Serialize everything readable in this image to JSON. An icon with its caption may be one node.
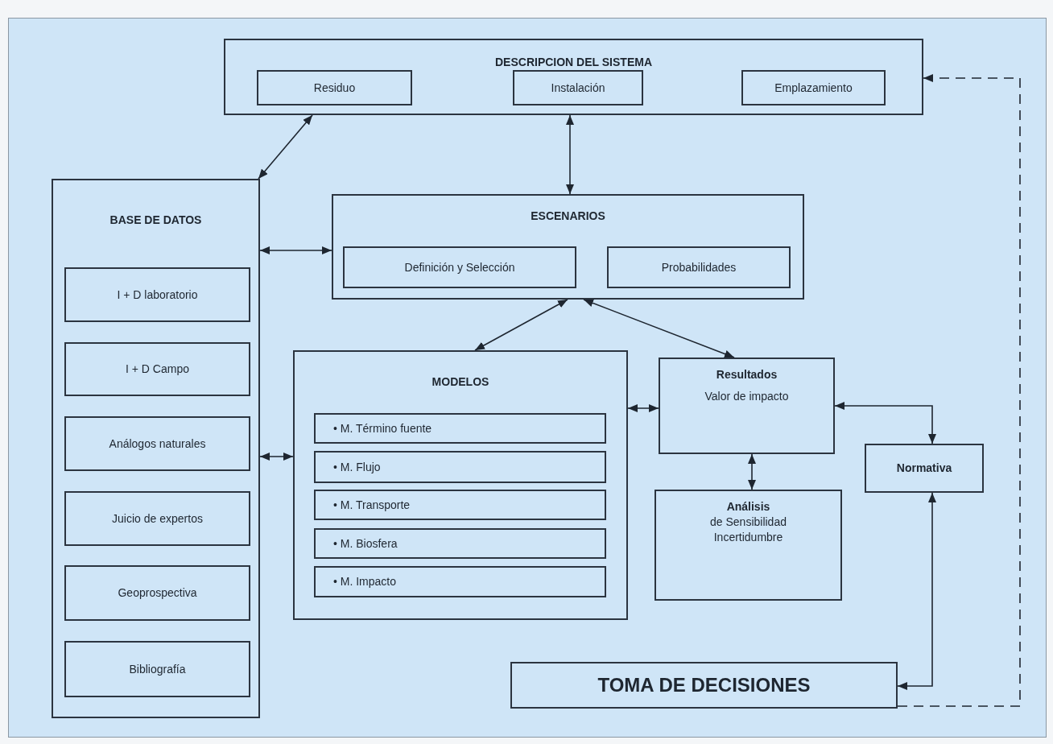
{
  "diagram": {
    "nodes": [
      {
        "text": [
          "DESCRIPCION DEL SISTEMA"
        ]
      },
      {
        "text": [
          "Residuo"
        ],
        "in": 0
      },
      {
        "text": [
          "Instalación"
        ],
        "in": 0
      },
      {
        "text": [
          "Emplazamiento"
        ],
        "in": 0
      },
      {
        "text": [
          "BASE DE DATOS"
        ]
      },
      {
        "text": [
          "I + D laboratorio"
        ],
        "in": 4
      },
      {
        "text": [
          "I + D Campo"
        ],
        "in": 4
      },
      {
        "text": [
          "Análogos naturales"
        ],
        "in": 4
      },
      {
        "text": [
          "Juicio de expertos"
        ],
        "in": 4
      },
      {
        "text": [
          "Geoprospectiva"
        ],
        "in": 4
      },
      {
        "text": [
          "Bibliografía"
        ],
        "in": 4
      },
      {
        "text": [
          "ESCENARIOS"
        ]
      },
      {
        "text": [
          "Definición y Selección"
        ],
        "in": 11
      },
      {
        "text": [
          "Probabilidades"
        ],
        "in": 11
      },
      {
        "text": [
          "MODELOS"
        ]
      },
      {
        "text": [
          "• M. Término fuente"
        ],
        "in": 14
      },
      {
        "text": [
          "• M. Flujo"
        ],
        "in": 14
      },
      {
        "text": [
          "• M. Transporte"
        ],
        "in": 14
      },
      {
        "text": [
          "• M. Biosfera"
        ],
        "in": 14
      },
      {
        "text": [
          "• M. Impacto"
        ],
        "in": 14
      },
      {
        "text": [
          "Resultados",
          "Valor de impacto"
        ]
      },
      {
        "text": [
          "Análisis",
          "de Sensibilidad Incertidumbre"
        ]
      },
      {
        "text": [
          "Normativa"
        ]
      },
      {
        "text": [
          "TOMA DE DECISIONES"
        ]
      }
    ],
    "edges": [
      {
        "from": 0,
        "to": 4,
        "arrow": "both"
      },
      {
        "from": 0,
        "to": 11,
        "arrow": "both"
      },
      {
        "from": 4,
        "to": 11,
        "arrow": "both"
      },
      {
        "from": 11,
        "to": 14,
        "arrow": "both"
      },
      {
        "from": 11,
        "to": 20,
        "arrow": "both"
      },
      {
        "from": 4,
        "to": 14,
        "arrow": "both"
      },
      {
        "from": 14,
        "to": 20,
        "arrow": "both"
      },
      {
        "from": 20,
        "to": 21,
        "arrow": "both"
      },
      {
        "from": 20,
        "to": 22,
        "arrow": "both"
      },
      {
        "from": 22,
        "to": 23,
        "arrow": "both"
      },
      {
        "from": 23,
        "to": 0,
        "arrow": "to",
        "style": "dashed"
      }
    ]
  }
}
